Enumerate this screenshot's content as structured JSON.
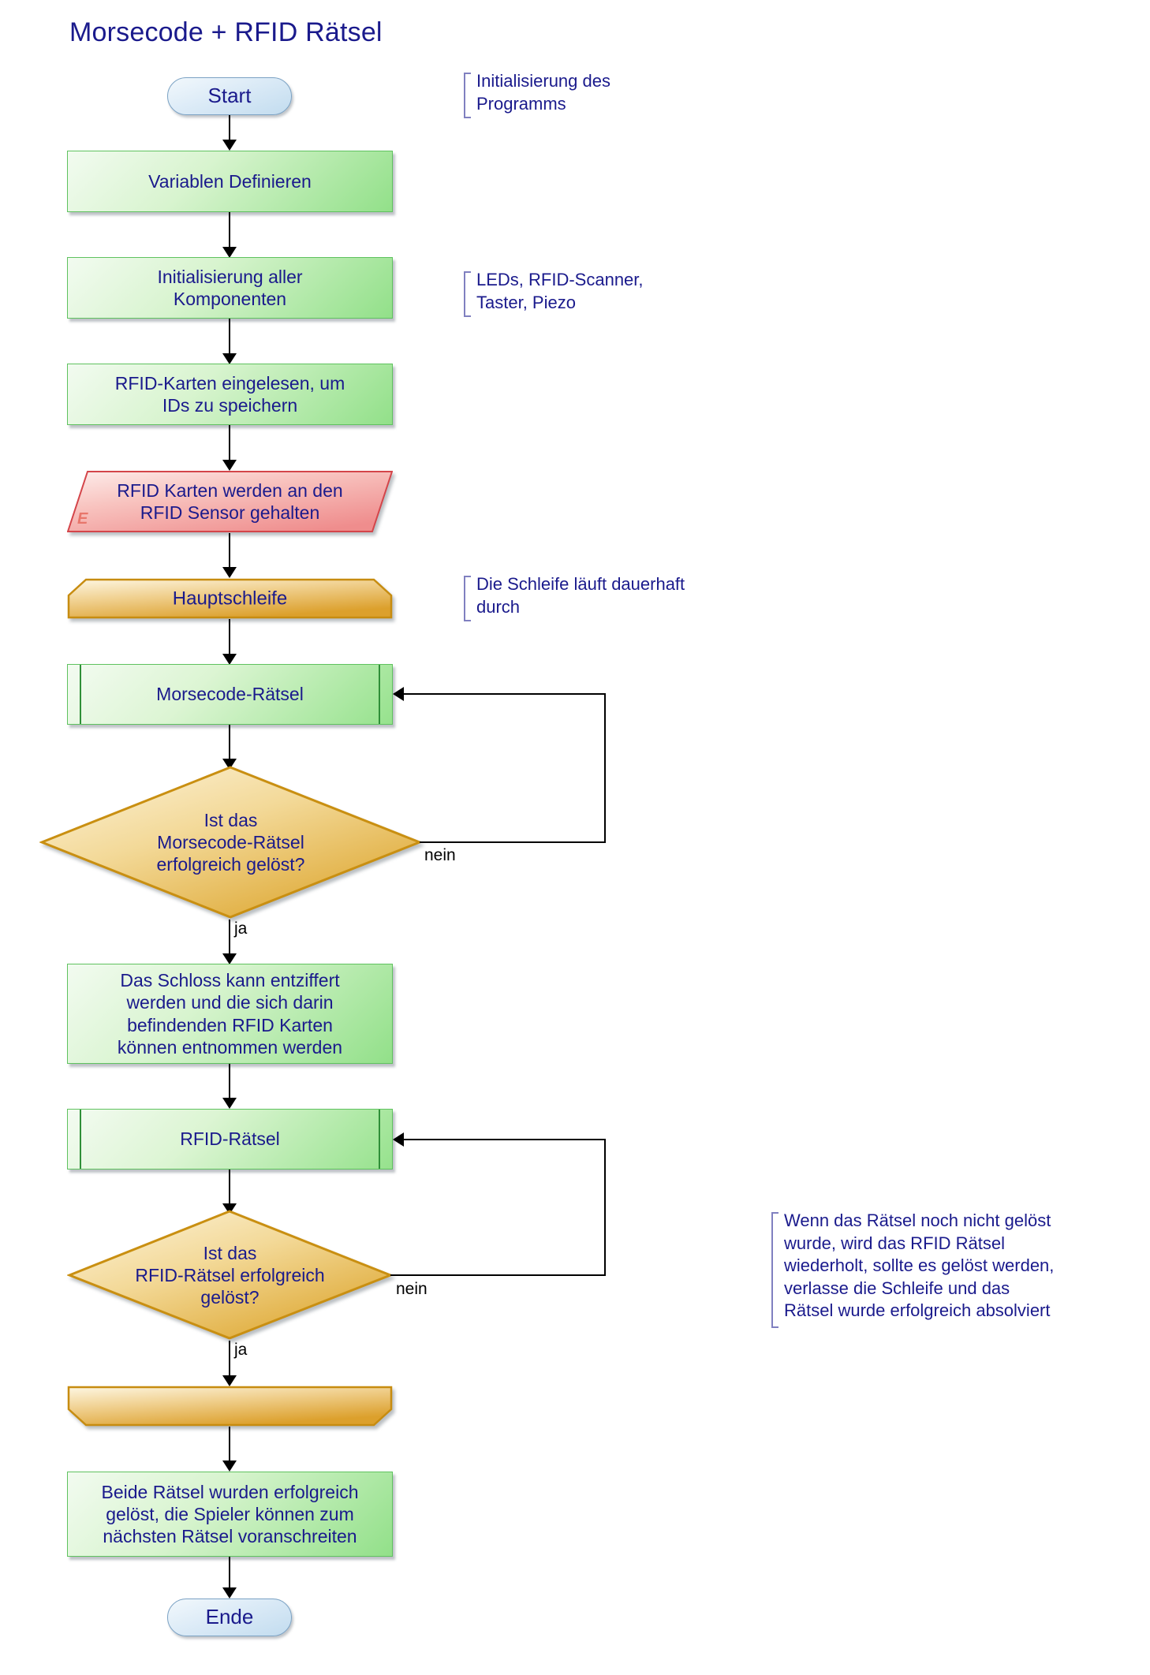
{
  "diagram": {
    "title": "Morsecode + RFID Rätsel",
    "text_color": "#1a1a8c",
    "colors": {
      "terminator": "#c2dcef",
      "process": "#92e089",
      "subroutine": "#96e28d",
      "input": "#f4a0a0",
      "loop": "#e0a830",
      "decision": "#e8b74a",
      "annotation_bracket": "#8080c0",
      "connector": "#000000"
    }
  },
  "nodes": {
    "start": {
      "label": "Start",
      "type": "terminator"
    },
    "variablen": {
      "label": "Variablen Definieren",
      "type": "process"
    },
    "init": {
      "label": "Initialisierung aller\nKomponenten",
      "type": "process"
    },
    "rfid_einlesen": {
      "label": "RFID-Karten eingelesen, um\nIDs zu speichern",
      "type": "process"
    },
    "rfid_input": {
      "label": "RFID Karten werden an den\nRFID Sensor gehalten",
      "type": "input",
      "tag": "E"
    },
    "hauptschleife": {
      "label": "Hauptschleife",
      "type": "loop-start"
    },
    "morsecode_sub": {
      "label": "Morsecode-Rätsel",
      "type": "subroutine"
    },
    "morse_decision": {
      "label": "Ist das\nMorsecode-Rätsel\nerfolgreich gelöst?",
      "type": "decision"
    },
    "schloss": {
      "label": "Das Schloss kann entziffert\nwerden und die sich darin\nbefindenden RFID Karten\nkönnen entnommen werden",
      "type": "process"
    },
    "rfid_sub": {
      "label": "RFID-Rätsel",
      "type": "subroutine"
    },
    "rfid_decision": {
      "label": "Ist das\nRFID-Rätsel erfolgreich\ngelöst?",
      "type": "decision"
    },
    "loop_end": {
      "label": "",
      "type": "loop-end"
    },
    "final": {
      "label": "Beide Rätsel wurden erfolgreich\ngelöst, die Spieler können zum\nnächsten Rätsel voranschreiten",
      "type": "process"
    },
    "ende": {
      "label": "Ende",
      "type": "terminator"
    }
  },
  "edge_labels": {
    "morse_nein": "nein",
    "morse_ja": "ja",
    "rfid_nein": "nein",
    "rfid_ja": "ja"
  },
  "annotations": {
    "a1": "Initialisierung des\nProgramms",
    "a2": "LEDs, RFID-Scanner,\nTaster, Piezo",
    "a3": "Die Schleife läuft dauerhaft\ndurch",
    "a4": "Wenn das Rätsel noch nicht gelöst\nwurde, wird das RFID Rätsel\nwiederholt, sollte es gelöst werden,\nverlasse die Schleife und das\nRätsel wurde erfolgreich absolviert"
  }
}
